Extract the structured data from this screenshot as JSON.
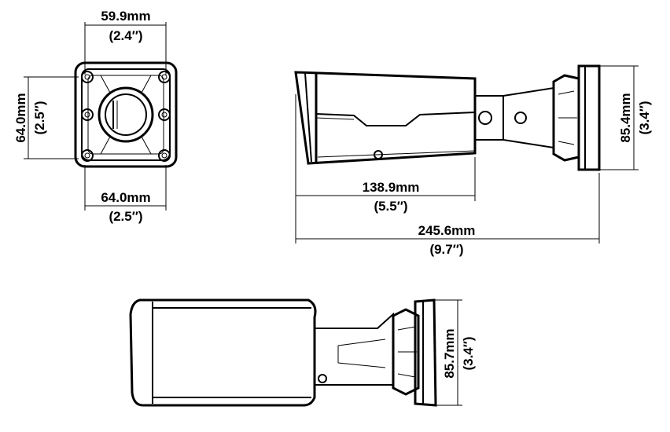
{
  "front_view": {
    "top_width": {
      "mm": "59.9mm",
      "inch": "(2.4″)"
    },
    "bottom_width": {
      "mm": "64.0mm",
      "inch": "(2.5″)"
    },
    "height": {
      "mm": "64.0mm",
      "inch": "(2.5″)"
    }
  },
  "side_view": {
    "housing_length": {
      "mm": "138.9mm",
      "inch": "(5.5″)"
    },
    "total_length": {
      "mm": "245.6mm",
      "inch": "(9.7″)"
    },
    "mount_height": {
      "mm": "85.4mm",
      "inch": "(3.4″)"
    }
  },
  "top_view": {
    "mount_height": {
      "mm": "85.7mm",
      "inch": "(3.4″)"
    }
  }
}
